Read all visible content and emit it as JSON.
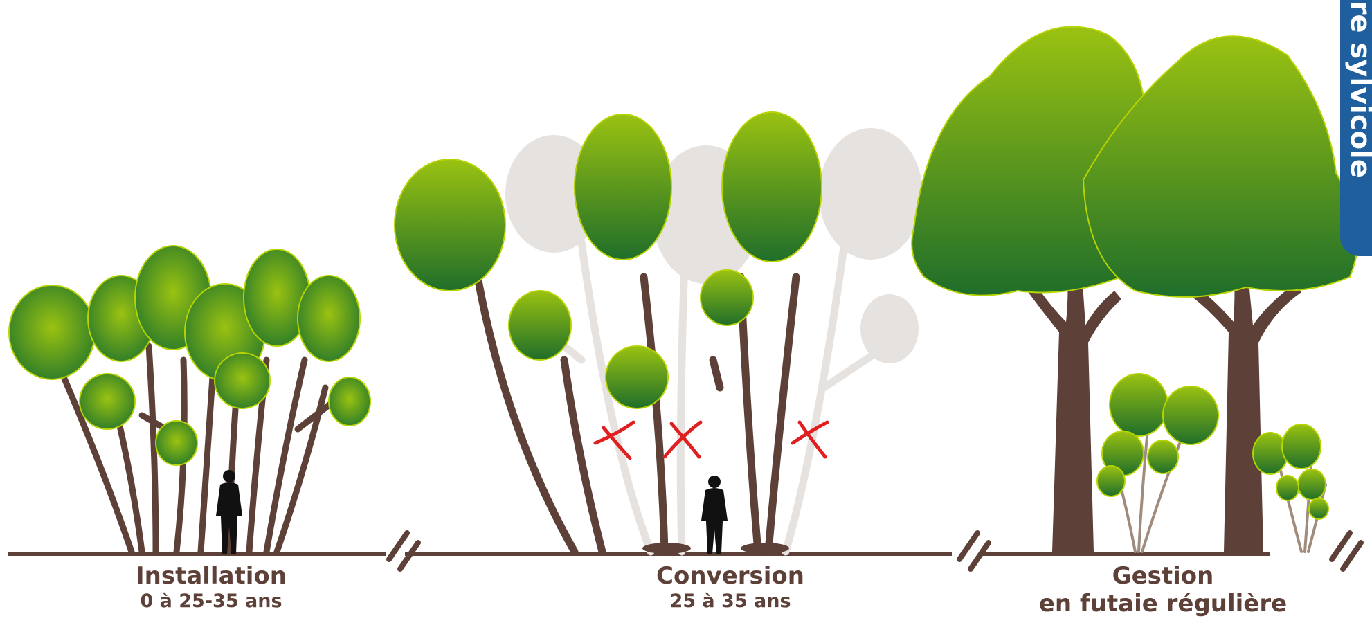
{
  "sidebar_tab": {
    "label": "aire sylvicole",
    "color": "#1f5f9e"
  },
  "phases": [
    {
      "title": "Installation",
      "subtitle": "0 à 25-35 ans"
    },
    {
      "title": "Conversion",
      "subtitle": "25 à 35 ans"
    },
    {
      "title": "Gestion",
      "subtitle": "en futaie régulière"
    }
  ],
  "colors": {
    "foliage_light": "#9ac211",
    "foliage_dark": "#1f6e2a",
    "trunk": "#5d4037",
    "removed_tree": "#e6e2df",
    "cut_mark": "#e02020",
    "ground": "#5d4037"
  },
  "icons": {
    "cut_mark": "red-x-cut-icon",
    "person": "person-silhouette-icon",
    "break": "double-slash-break-icon"
  }
}
